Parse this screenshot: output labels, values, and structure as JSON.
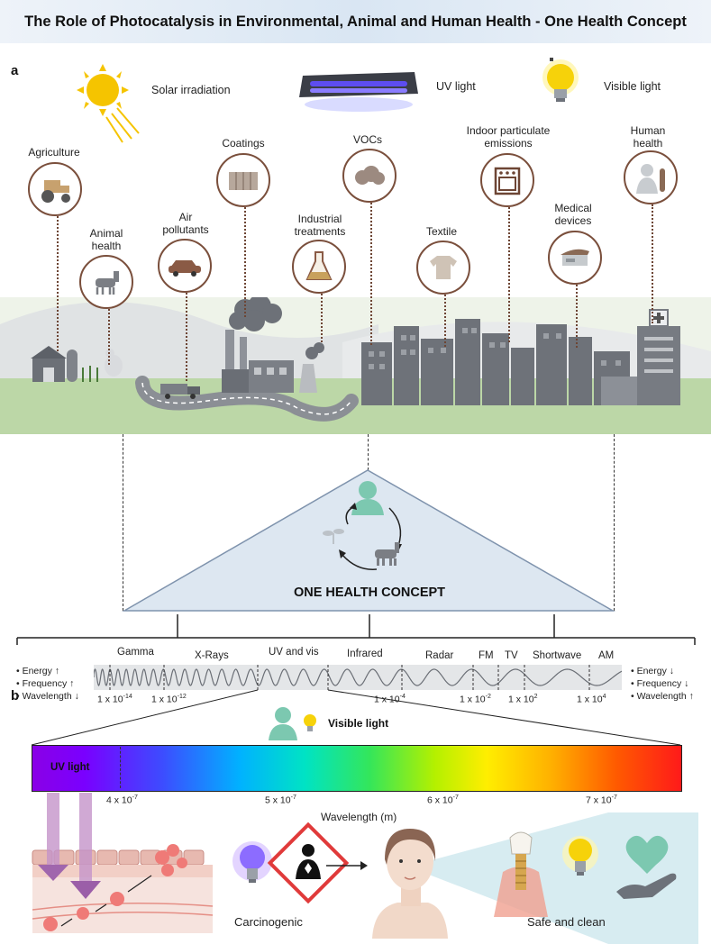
{
  "title": "The Role of Photocatalysis in Environmental, Animal and Human Health - One Health Concept",
  "panel_a": "a",
  "panel_b": "b",
  "light_sources": {
    "solar": "Solar irradiation",
    "uv": "UV light",
    "visible": "Visible light"
  },
  "categories": {
    "agriculture": "Agriculture",
    "animal_health_1": "Animal",
    "animal_health_2": "health",
    "air_pollutants_1": "Air",
    "air_pollutants_2": "pollutants",
    "coatings": "Coatings",
    "industrial_1": "Industrial",
    "industrial_2": "treatments",
    "vocs": "VOCs",
    "indoor_1": "Indoor particulate",
    "indoor_2": "emissions",
    "textile": "Textile",
    "medical_1": "Medical",
    "medical_2": "devices",
    "human_1": "Human",
    "human_2": "health"
  },
  "one_health": "ONE HEALTH CONCEPT",
  "spectrum": {
    "bands": [
      "Gamma",
      "X-Rays",
      "UV and vis",
      "Infrared",
      "Radar",
      "FM",
      "TV",
      "Shortwave",
      "AM"
    ],
    "left_list": [
      "Energy ↑",
      "Frequency ↑",
      "Wavelength ↓"
    ],
    "right_list": [
      "Energy ↓",
      "Frequency ↓",
      "Wavelength ↑"
    ],
    "ticks": [
      {
        "base": "1 x 10",
        "exp": "-14"
      },
      {
        "base": "1 x 10",
        "exp": "-12"
      },
      {
        "base": "1 x 10",
        "exp": "-4"
      },
      {
        "base": "1 x 10",
        "exp": "-2"
      },
      {
        "base": "1 x 10",
        "exp": "2"
      },
      {
        "base": "1 x 10",
        "exp": "4"
      }
    ]
  },
  "panel_b_content": {
    "visible_light": "Visible light",
    "uv_light": "UV light",
    "wavelength_ticks": [
      {
        "base": "4 x 10",
        "exp": "-7"
      },
      {
        "base": "5 x 10",
        "exp": "-7"
      },
      {
        "base": "6 x 10",
        "exp": "-7"
      },
      {
        "base": "7 x 10",
        "exp": "-7"
      }
    ],
    "axis_label": "Wavelength (m)",
    "carcinogenic": "Carcinogenic",
    "safe_clean": "Safe and clean"
  },
  "colors": {
    "circle_border": "#7a4f3c",
    "leader": "#6d4534",
    "triangle_fill": "#dde7f1",
    "triangle_stroke": "#7f93ad",
    "accent_teal": "#7cc8b0"
  }
}
